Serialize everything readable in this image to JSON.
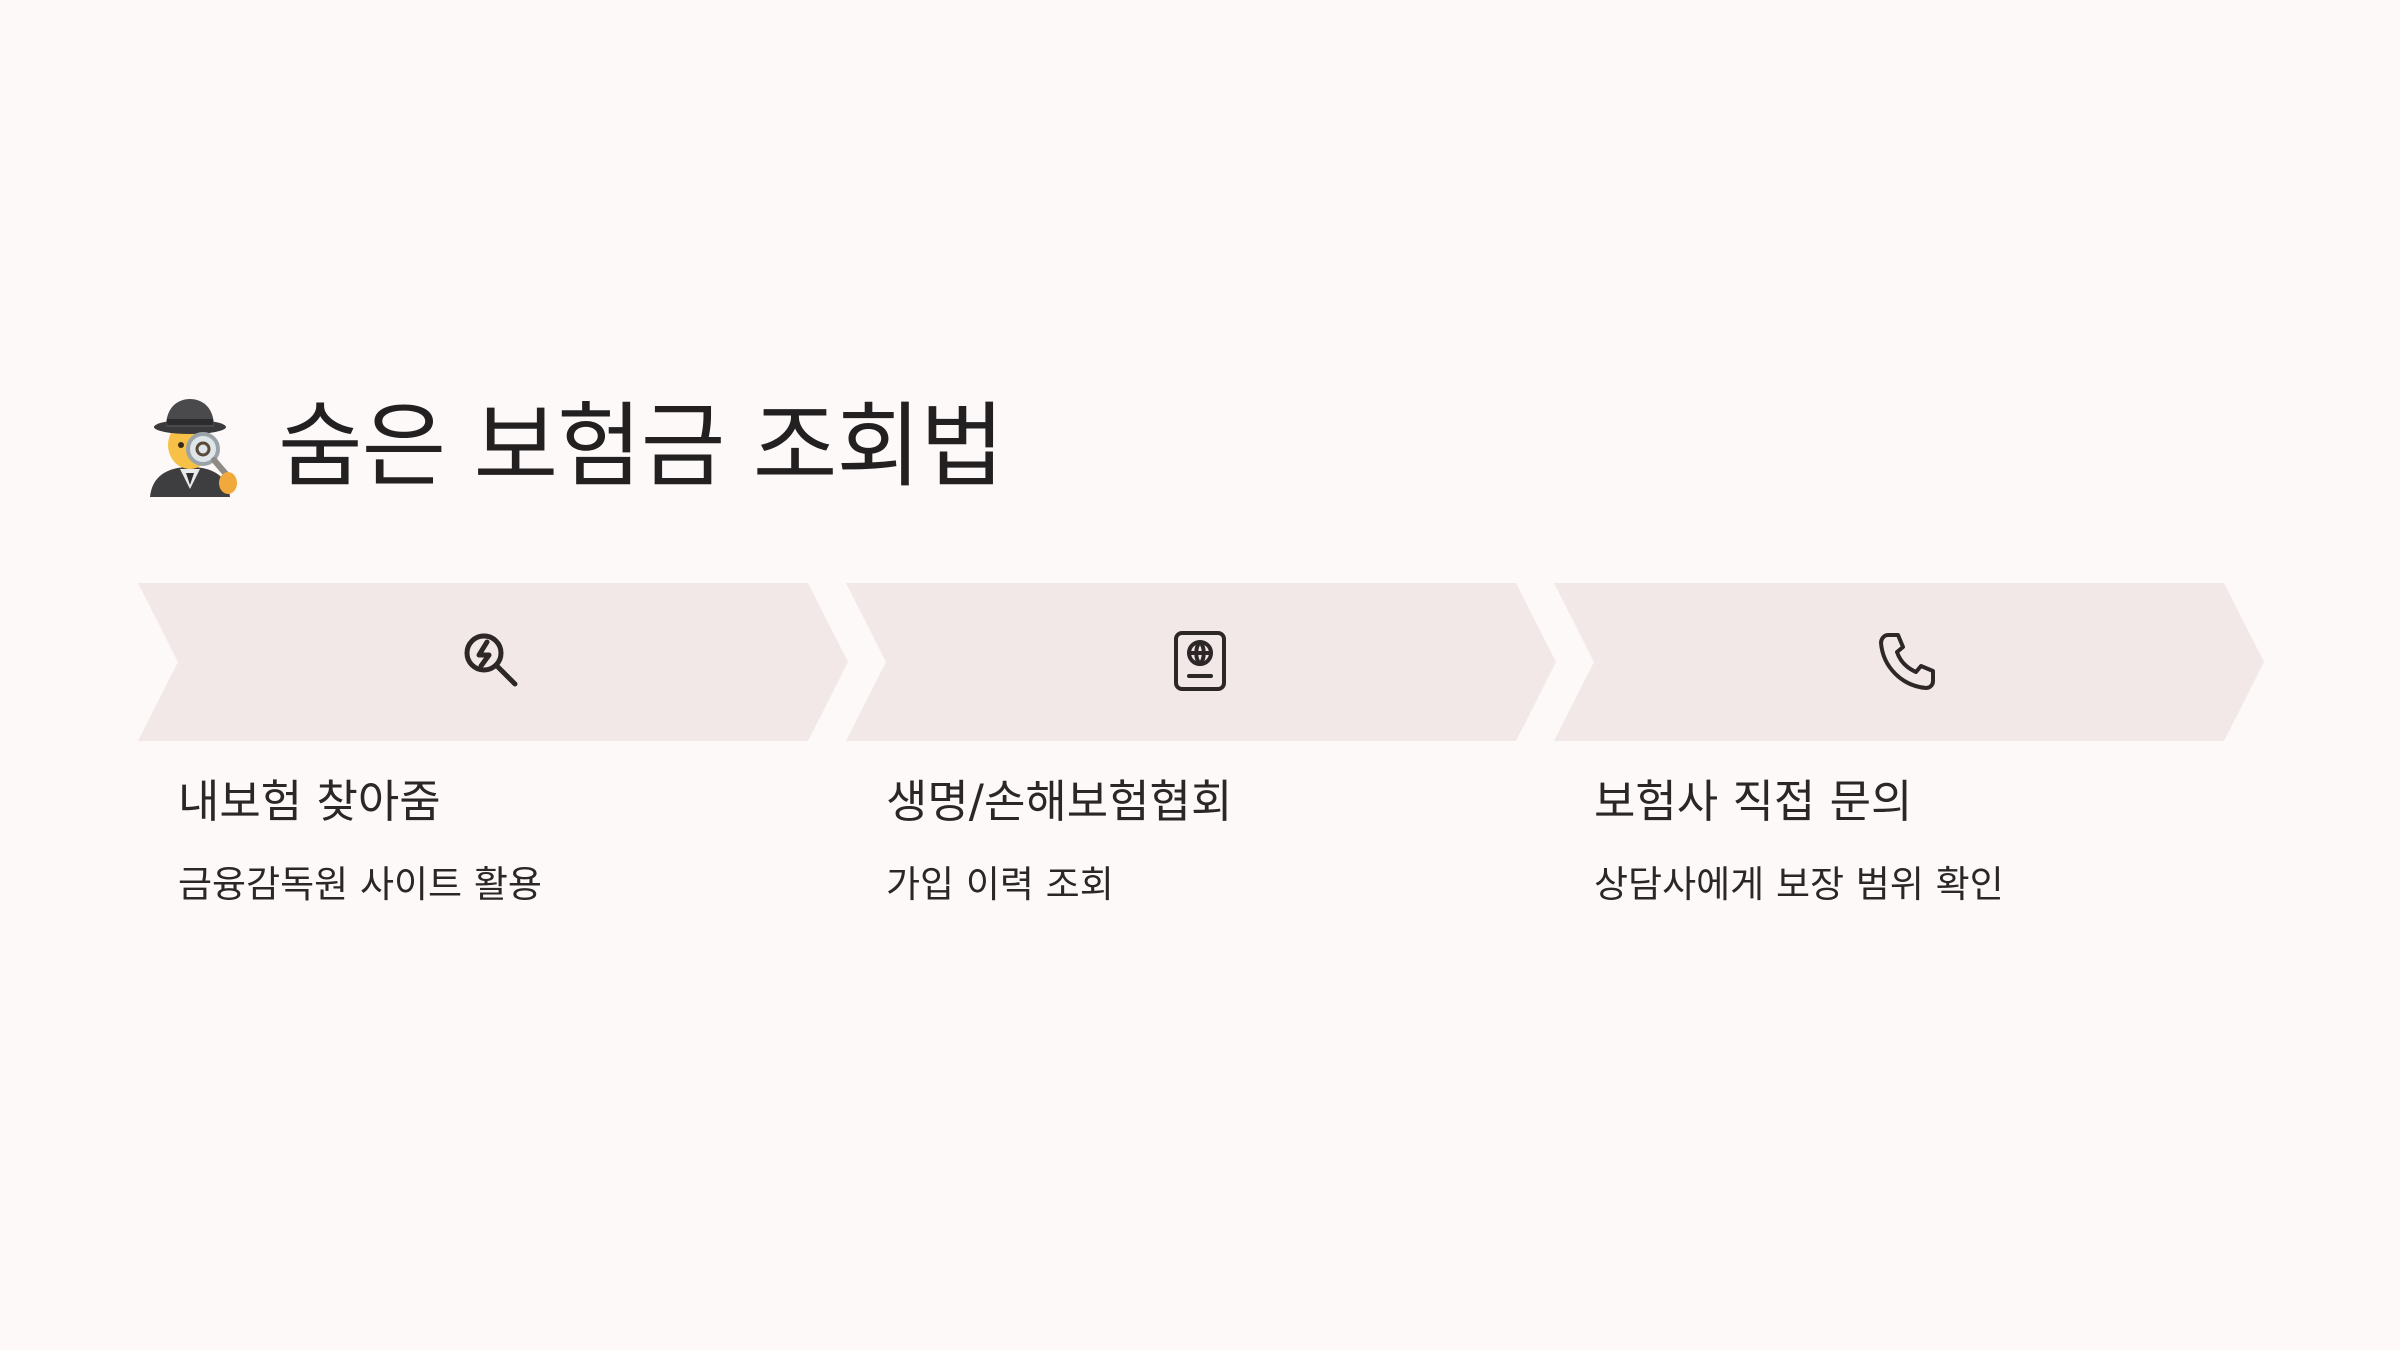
{
  "title": {
    "emoji": "🕵️",
    "text": "숨은 보험금 조회법"
  },
  "colors": {
    "background": "#fdf9f8",
    "chevron_fill": "#f1e8e7",
    "icon_stroke": "#2e2727",
    "text": "#2b2627"
  },
  "steps": [
    {
      "icon": "search-zap-icon",
      "title": "내보험 찾아줌",
      "description": "금융감독원 사이트 활용"
    },
    {
      "icon": "passport-globe-icon",
      "title": "생명/손해보험협회",
      "description": "가입 이력 조회"
    },
    {
      "icon": "phone-icon",
      "title": "보험사 직접 문의",
      "description": "상담사에게 보장 범위 확인"
    }
  ]
}
